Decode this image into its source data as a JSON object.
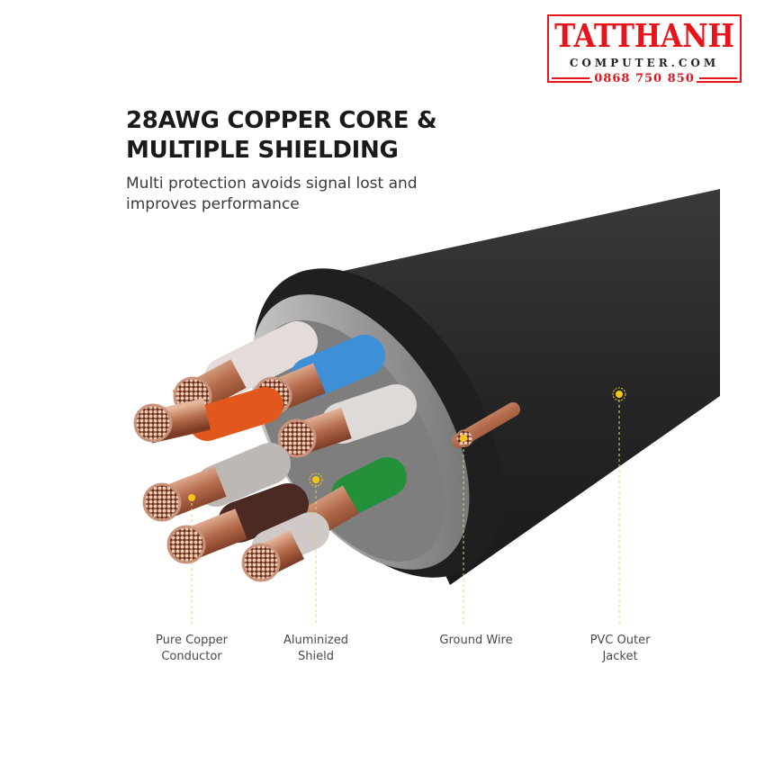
{
  "logo": {
    "brand": "TATTHANH",
    "site": "COMPUTER.COM",
    "phone": "0868 750 850",
    "brand_color": "#e8141c"
  },
  "headline": {
    "line1": "28AWG COPPER CORE &",
    "line2": "MULTIPLE SHIELDING"
  },
  "subheadline": {
    "line1": "Multi protection avoids signal lost and",
    "line2": "improves performance"
  },
  "callouts": [
    {
      "line1": "Pure Copper",
      "line2": "Conductor"
    },
    {
      "line1": "Aluminized",
      "line2": "Shield"
    },
    {
      "line1": "Ground Wire",
      "line2": ""
    },
    {
      "line1": "PVC Outer",
      "line2": "Jacket"
    }
  ],
  "wire_colors": {
    "blue": "#3d8fd6",
    "orange": "#e2581c",
    "green": "#22913a",
    "brown": "#4a2a22",
    "white": "#e6e1e0",
    "copper": "#c98a6a",
    "jacket": "#2a2a2a",
    "shield": "#a8a8a8",
    "marker": "#f5c518"
  }
}
